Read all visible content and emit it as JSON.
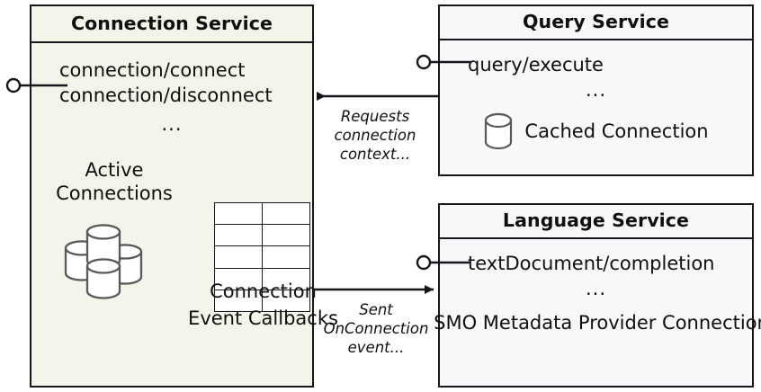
{
  "diagram": {
    "title_semantics": "UML component diagram of data service connection architecture",
    "colors": {
      "connection_service_fill": "#f2f5e9",
      "service_fill": "#f7f8fa",
      "stroke": "#17171b",
      "icon_stroke": "#595959"
    }
  },
  "connection_service": {
    "title": "Connection Service",
    "apis": [
      "connection/connect",
      "connection/disconnect"
    ],
    "ellipsis": "...",
    "active_connections_label": "Active\nConnections",
    "callbacks_label": "Connection\nEvent\nCallbacks",
    "table": {
      "rows": 5,
      "columns": 2
    },
    "provided_interface_icon": "lollipop-socket-icon"
  },
  "query_service": {
    "title": "Query Service",
    "apis": [
      "query/execute"
    ],
    "ellipsis": "...",
    "cached_connection_label": "Cached Connection",
    "database_icon": "database-cylinder-icon",
    "provided_interface_icon": "lollipop-socket-icon"
  },
  "language_service": {
    "title": "Language Service",
    "apis": [
      "textDocument/completion"
    ],
    "ellipsis": "...",
    "smo_label": "SMO Metadata\nProvider Connection",
    "database_icon": "database-cylinder-icon",
    "provided_interface_icon": "lollipop-socket-icon"
  },
  "edges": [
    {
      "id": "query-to-connection",
      "label": "Requests\nconnection\ncontext...",
      "from": "query_service",
      "to": "connection_service",
      "direction": "left"
    },
    {
      "id": "connection-to-language",
      "label": "Sent\nOnConnection\nevent...",
      "from": "connection_service",
      "to": "language_service",
      "direction": "right"
    }
  ]
}
